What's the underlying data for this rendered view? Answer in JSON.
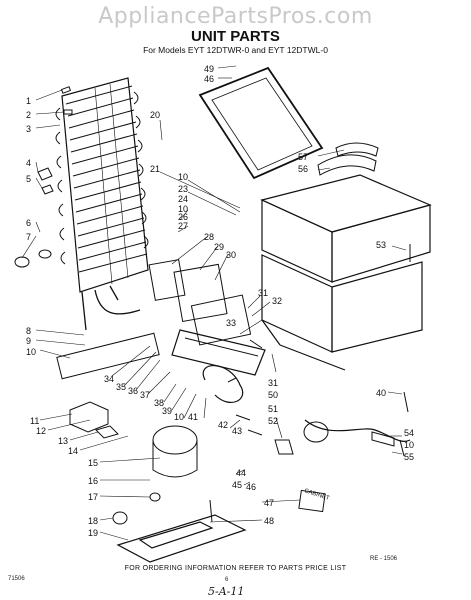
{
  "watermark": "AppliancePartsPros.com",
  "title": "UNIT PARTS",
  "subtitle": "For Models EYT 12DTWR-0 and EYT 12DTWL-0",
  "footer_note": "FOR ORDERING INFORMATION REFER TO PARTS PRICE LIST",
  "code_left": "71506",
  "code_right": "RE - 1506",
  "page_number": "6",
  "handwritten_note": "5-A-11",
  "cabinet_label": "CABINET",
  "callouts": {
    "left": [
      "1",
      "2",
      "3",
      "4",
      "5",
      "6",
      "7",
      "8",
      "9",
      "10",
      "11",
      "12",
      "13",
      "14",
      "15",
      "16",
      "17",
      "18",
      "19"
    ],
    "center": [
      "20",
      "21",
      "10",
      "23",
      "24",
      "10",
      "26",
      "27",
      "28",
      "29",
      "30",
      "31",
      "32",
      "33",
      "34",
      "35",
      "36",
      "37",
      "38",
      "39",
      "10",
      "41",
      "42",
      "43",
      "44",
      "45",
      "46",
      "47",
      "48"
    ],
    "right": [
      "49",
      "46",
      "57",
      "56",
      "53",
      "40",
      "31",
      "50",
      "51",
      "52",
      "54",
      "10",
      "55"
    ]
  }
}
